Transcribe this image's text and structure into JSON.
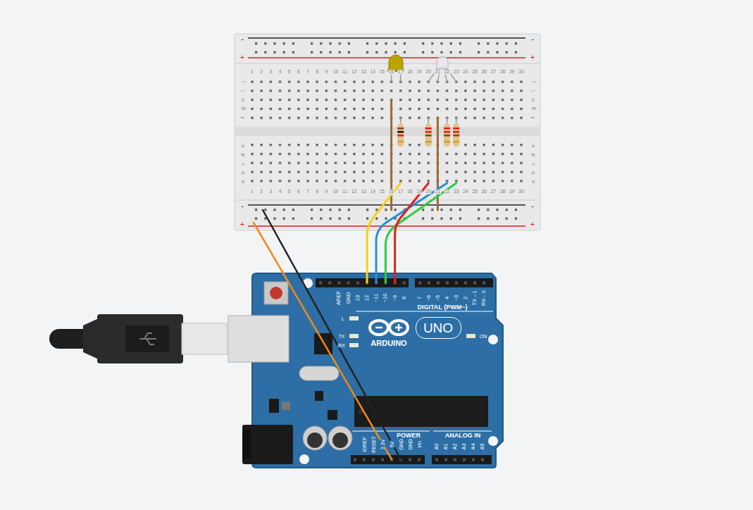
{
  "diagram": {
    "nodes": [
      {
        "text": [
          "UNO"
        ]
      }
    ],
    "labels": [
      "1",
      "2",
      "3",
      "4",
      "5",
      "6",
      "7",
      "8",
      "9",
      "10",
      "11",
      "12",
      "13",
      "14",
      "15",
      "16",
      "17",
      "18",
      "19",
      "20",
      "21",
      "22",
      "23",
      "24",
      "25",
      "26",
      "27",
      "28",
      "29",
      "30",
      "j",
      "i",
      "h",
      "g",
      "f",
      "e",
      "d",
      "c",
      "b",
      "a",
      "j",
      "i",
      "h",
      "g",
      "f",
      "e",
      "d",
      "c",
      "b",
      "a",
      "1",
      "2",
      "3",
      "4",
      "5",
      "6",
      "7",
      "8",
      "9",
      "10",
      "11",
      "12",
      "13",
      "14",
      "15",
      "16",
      "17",
      "18",
      "19",
      "20",
      "21",
      "22",
      "23",
      "24",
      "25",
      "26",
      "27",
      "28",
      "29",
      "30",
      "-",
      "+",
      "-",
      "+",
      "-",
      "+",
      "-",
      "+",
      "AREF",
      "GND",
      "13",
      "12",
      "~11",
      "~10",
      "~9",
      "8",
      "7",
      "~6",
      "~5",
      "4",
      "~3",
      "2",
      "TX→1",
      "RX←0",
      "DIGITAL (PWM~)",
      "L",
      "TX",
      "RX",
      "ARDUINO",
      "ON",
      "IOREF",
      "RESET",
      "3.3V",
      "5V",
      "GND",
      "GND",
      "Vin",
      "POWER",
      "ANALOG IN",
      "A0",
      "A1",
      "A2",
      "A3",
      "A4",
      "A5"
    ]
  }
}
